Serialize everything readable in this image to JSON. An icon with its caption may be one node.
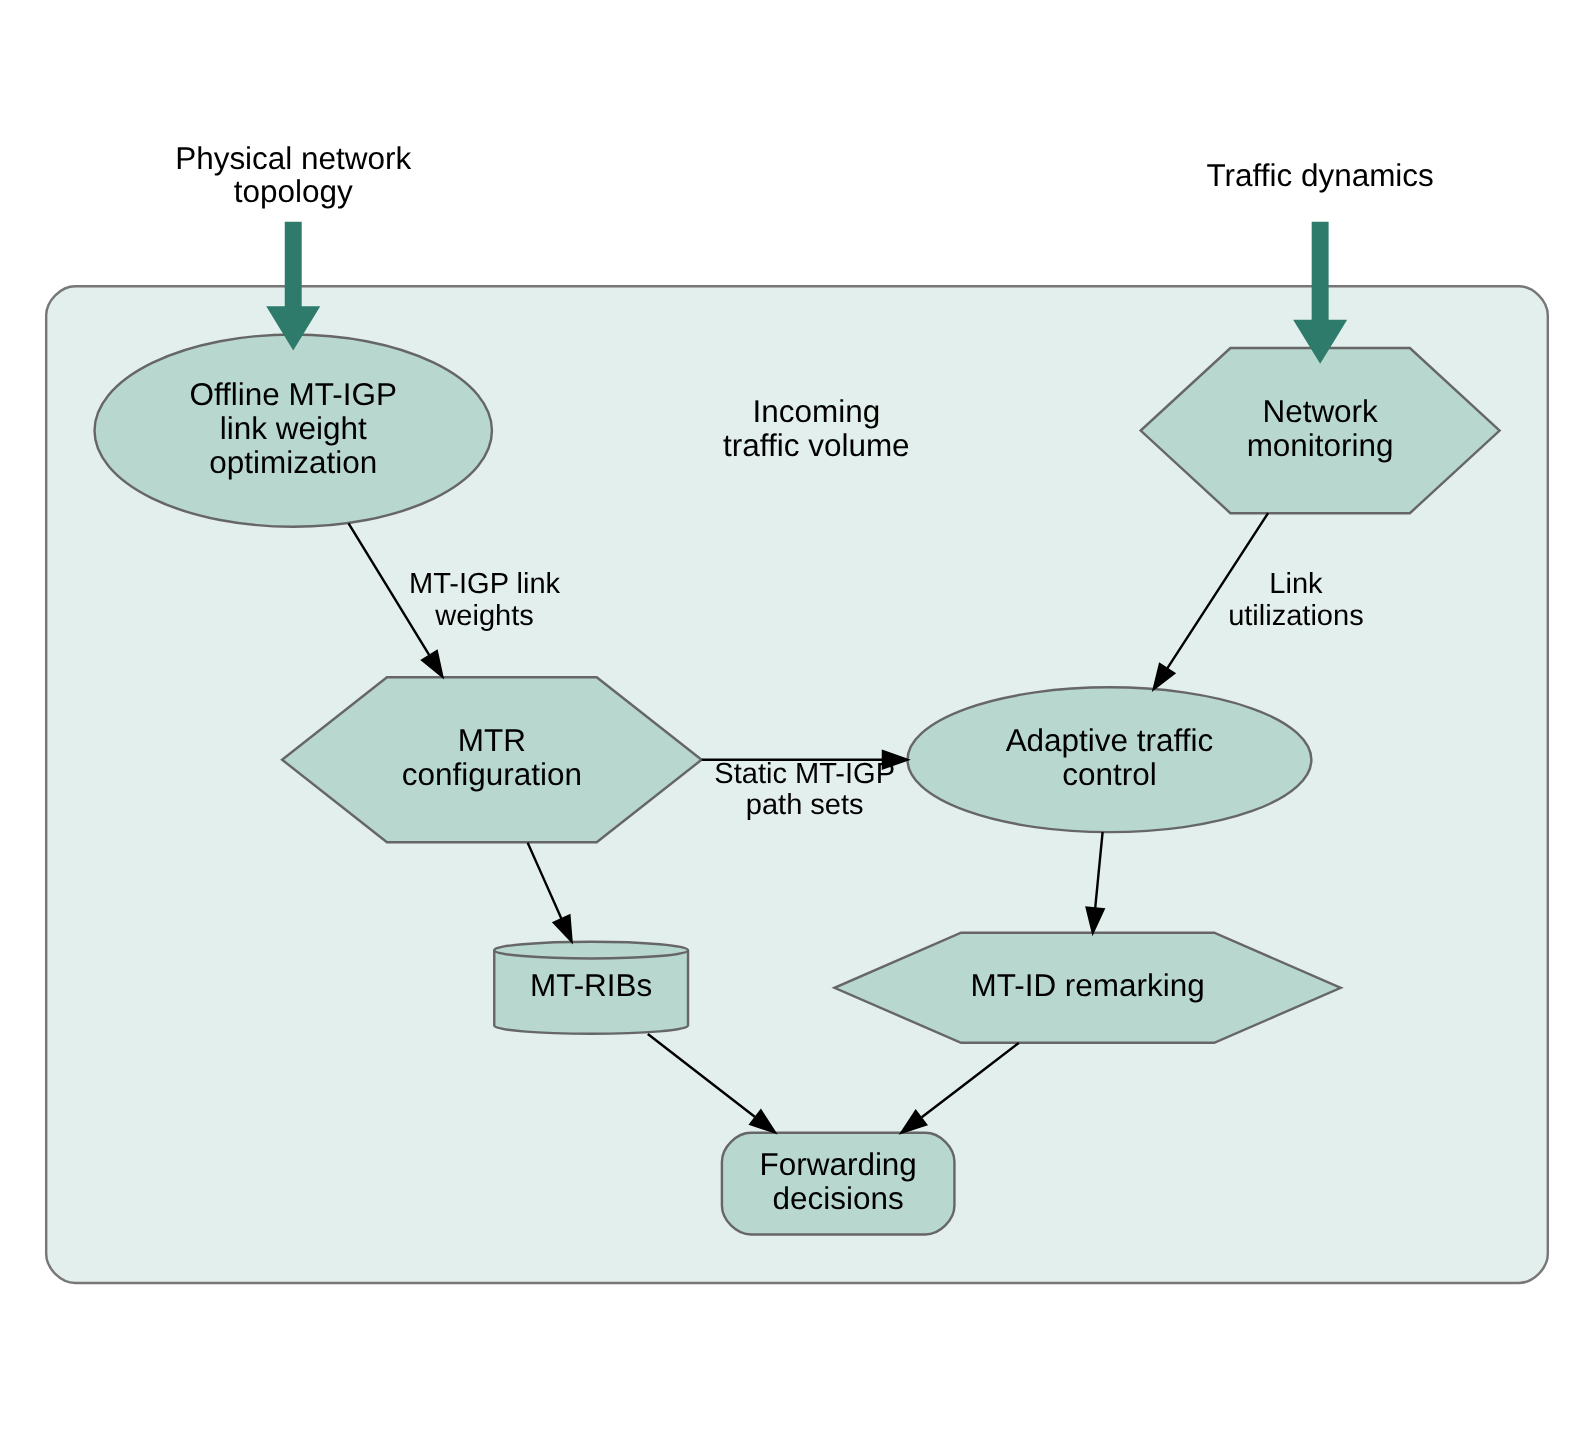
{
  "diagram": {
    "nodes": [
      {
        "text": [],
        "shape": "box"
      },
      {
        "text": [
          "Physical network topology"
        ]
      },
      {
        "text": [
          "Traffic dynamics"
        ]
      },
      {
        "text": [
          "Offline MT-IGP link weight optimization"
        ],
        "in": 0
      },
      {
        "text": [
          "Network monitoring"
        ],
        "in": 0
      },
      {
        "text": [
          "MTR configuration"
        ],
        "in": 0
      },
      {
        "text": [
          "Adaptive traffic control"
        ],
        "in": 0
      },
      {
        "text": [
          "MT-RIBs"
        ],
        "in": 0
      },
      {
        "text": [
          "MT-ID remarking"
        ],
        "in": 0
      },
      {
        "text": [
          "Forwarding decisions"
        ],
        "in": 0
      }
    ],
    "edges": [
      {
        "from": 1,
        "to": 3,
        "arrow": "to",
        "style": "thick",
        "color": "#2e7b6c"
      },
      {
        "from": 2,
        "to": 4,
        "arrow": "to",
        "style": "thick",
        "color": "#2e7b6c"
      },
      {
        "from": 3,
        "to": 5,
        "arrow": "to",
        "label": "MT-IGP link weights"
      },
      {
        "from": 4,
        "to": 6,
        "arrow": "to",
        "label": "Link utilizations"
      },
      {
        "from": 5,
        "to": 6,
        "arrow": "to",
        "label": "Static MT-IGP path sets"
      },
      {
        "from": 5,
        "to": 7,
        "arrow": "to"
      },
      {
        "from": 6,
        "to": 8,
        "arrow": "to"
      },
      {
        "from": 7,
        "to": 9,
        "arrow": "to"
      },
      {
        "from": 8,
        "to": 9,
        "arrow": "to"
      }
    ],
    "labels": [
      "Incoming traffic volume"
    ]
  }
}
